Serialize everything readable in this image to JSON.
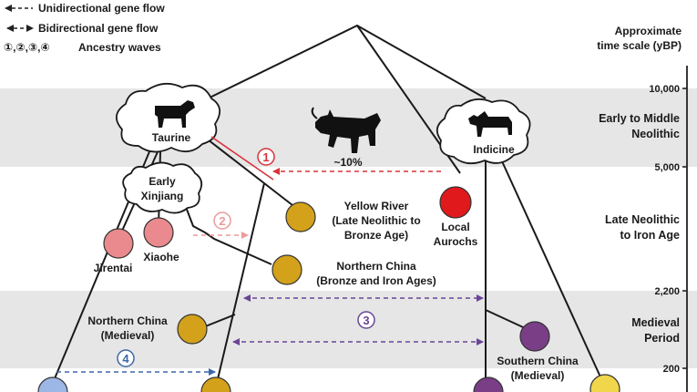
{
  "legend": {
    "unidirectional": "Unidirectional gene flow",
    "bidirectional": "Bidirectional gene flow",
    "waves_symbols": "①,②,③,④",
    "waves": "Ancestry waves"
  },
  "timescale": {
    "title_line1": "Approximate",
    "title_line2": "time scale (yBP)",
    "ticks": [
      "10,000",
      "5,000",
      "2,200",
      "200"
    ],
    "periods": [
      {
        "line1": "Early to Middle",
        "line2": "Neolithic"
      },
      {
        "line1": "Late Neolithic",
        "line2": "to Iron Age"
      },
      {
        "line1": "Medieval",
        "line2": "Period"
      }
    ]
  },
  "clouds": {
    "taurine": "Taurine",
    "xinjiang_line1": "Early",
    "xinjiang_line2": "Xinjiang",
    "indicine": "Indicine"
  },
  "groups": {
    "jirentai": "Jirentai",
    "xiaohe": "Xiaohe",
    "yellow_river_line1": "Yellow River",
    "yellow_river_line2": "(Late Neolithic to",
    "yellow_river_line3": "Bronze Age)",
    "local_aurochs_line1": "Local",
    "local_aurochs_line2": "Aurochs",
    "northern_bronze_line1": "Northern China",
    "northern_bronze_line2": "(Bronze and Iron Ages)",
    "northern_medieval_line1": "Northern China",
    "northern_medieval_line2": "(Medieval)",
    "southern_medieval_line1": "Southern China",
    "southern_medieval_line2": "(Medieval)"
  },
  "annotations": {
    "aurochs_share": "~10%",
    "wave1": "1",
    "wave2": "2",
    "wave3": "3",
    "wave4": "4"
  },
  "colors": {
    "band_gray": "#e6e6e6",
    "taurine_node": "#d4a21a",
    "xinjiang_node": "#ea8a8e",
    "aurochs_node": "#e0191c",
    "indicine_node": "#7a3e87",
    "hybrid_node": "#f1d54b",
    "blue_node": "#9cb7e5",
    "wave1": "#d8323a",
    "wave2": "#ec9a9a",
    "wave3": "#6a4595",
    "wave4": "#3d67a8"
  }
}
